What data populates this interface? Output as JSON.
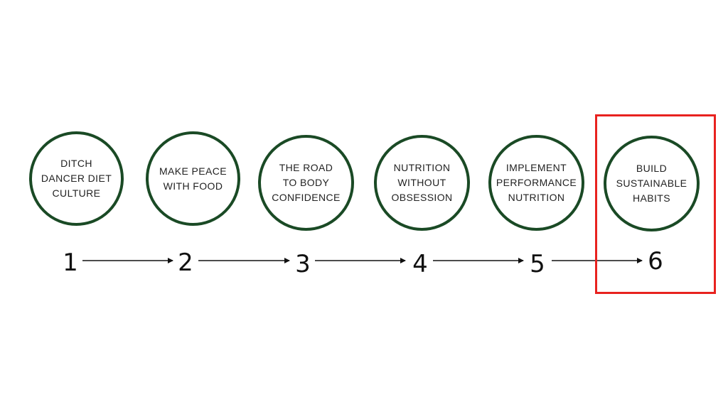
{
  "steps": [
    {
      "number": "1",
      "label": "DITCH\nDANCER DIET\nCULTURE"
    },
    {
      "number": "2",
      "label": "MAKE PEACE\nWITH FOOD"
    },
    {
      "number": "3",
      "label": "THE ROAD\nTO BODY\nCONFIDENCE"
    },
    {
      "number": "4",
      "label": "NUTRITION\nWITHOUT\nOBSESSION"
    },
    {
      "number": "5",
      "label": "IMPLEMENT\nPERFORMANCE\nNUTRITION"
    },
    {
      "number": "6",
      "label": "BUILD\nSUSTAINABLE\nHABITS"
    }
  ],
  "colors": {
    "circle_border": "#1a4a25",
    "highlight": "#e8221f",
    "text": "#222222"
  },
  "highlighted_step": "6"
}
